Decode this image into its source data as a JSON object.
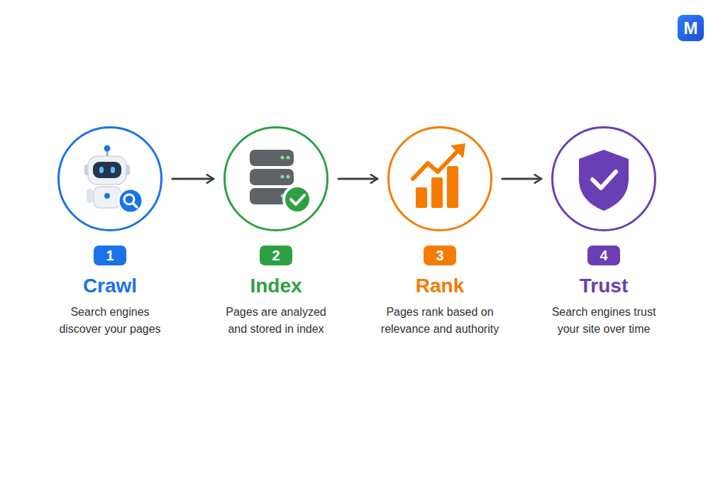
{
  "diagram": {
    "nodes": [
      {
        "text": [
          "1",
          "Crawl",
          "Search engines discover your pages"
        ]
      },
      {
        "text": [
          "2",
          "Index",
          "Pages are analyzed and stored in index"
        ]
      },
      {
        "text": [
          "3",
          "Rank",
          "Pages rank based on relevance and authority"
        ]
      },
      {
        "text": [
          "4",
          "Trust",
          "Search engines trust your site over time"
        ]
      }
    ],
    "edges": [
      {
        "from": 0,
        "to": 1,
        "arrow": "to"
      },
      {
        "from": 1,
        "to": 2,
        "arrow": "to"
      },
      {
        "from": 2,
        "to": 3,
        "arrow": "to"
      }
    ],
    "labels": [
      "M"
    ]
  }
}
